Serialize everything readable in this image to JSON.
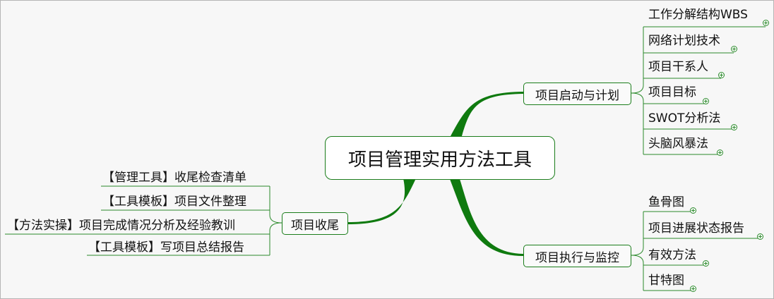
{
  "root": {
    "label": "项目管理实用方法工具"
  },
  "branches": {
    "planning": {
      "label": "项目启动与计划",
      "children": [
        "工作分解结构WBS",
        "网络计划技术",
        "项目干系人",
        "项目目标",
        "SWOT分析法",
        "头脑风暴法"
      ]
    },
    "execution": {
      "label": "项目执行与监控",
      "children": [
        "鱼骨图",
        "项目进展状态报告",
        "有效方法",
        "甘特图"
      ]
    },
    "closing": {
      "label": "项目收尾",
      "children": [
        "【管理工具】收尾检查清单",
        "【工具模板】项目文件整理",
        "【方法实操】项目完成情况分析及经验教训",
        "【工具模板】写项目总结报告"
      ]
    }
  },
  "colors": {
    "branch_line": "#0f7a0f",
    "leaf_line": "#2b8a2b",
    "node_border": "#1b7d1b"
  },
  "icons": {
    "expander": "plus-circle-icon"
  }
}
